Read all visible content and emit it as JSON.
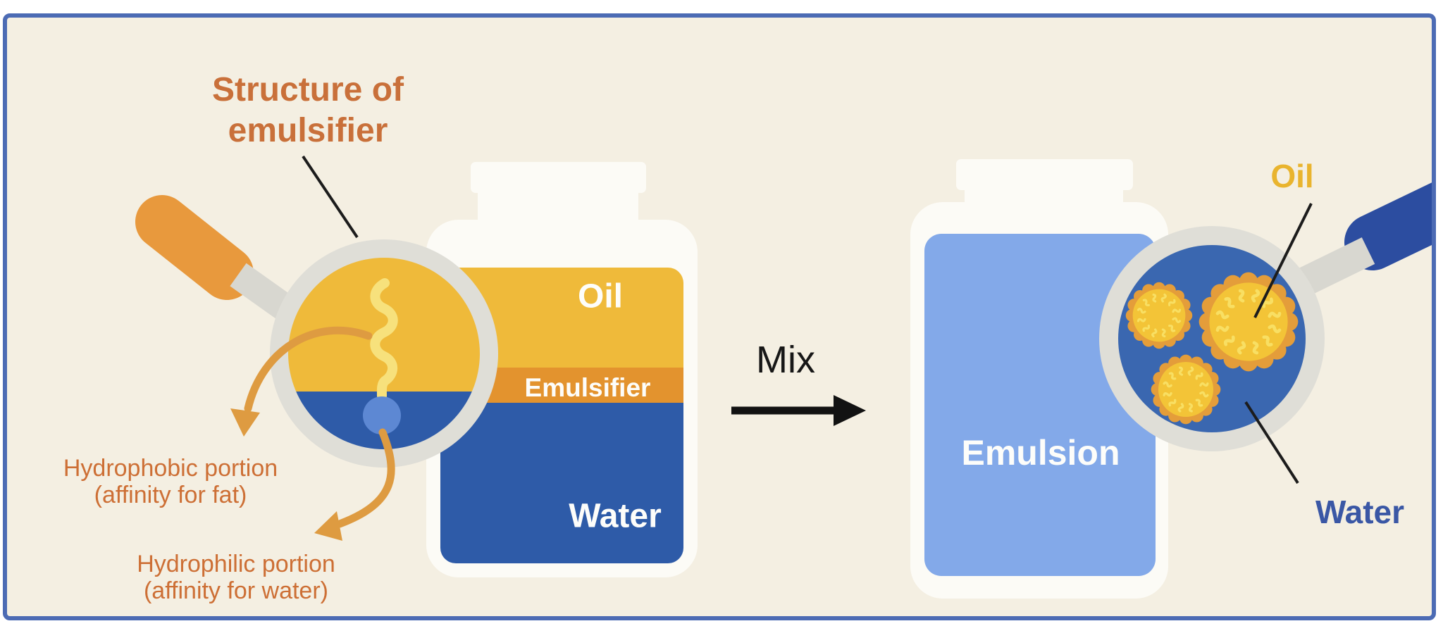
{
  "title": {
    "line1": "Structure of",
    "line2": "emulsifier"
  },
  "left_panel": {
    "jar": {
      "oil_label": "Oil",
      "emulsifier_label": "Emulsifier",
      "water_label": "Water"
    },
    "labels": {
      "hydrophobic_line1": "Hydrophobic portion",
      "hydrophobic_line2": "(affinity for fat)",
      "hydrophilic_line1": "Hydrophilic portion",
      "hydrophilic_line2": "(affinity for water)"
    }
  },
  "mix": {
    "label": "Mix"
  },
  "right_panel": {
    "jar": {
      "label": "Emulsion"
    },
    "labels": {
      "oil": "Oil",
      "water": "Water"
    }
  },
  "icons": [
    "magnifier-left-icon",
    "magnifier-right-icon",
    "oil-droplet-icon",
    "hydrophobic-tail-icon",
    "hydrophilic-head-icon",
    "mix-arrow-icon"
  ],
  "colors": {
    "background": "#f4efe2",
    "frame_border": "#4c6bb4",
    "oil_yellow": "#efba3a",
    "emulsifier_orange": "#e3932e",
    "water_blue": "#2e5ba8",
    "emulsion_light_blue": "#83a9e9",
    "jar_white": "#fcfbf6",
    "title_orange": "#c9703a",
    "label_orange": "#cd6f35",
    "arrow_orange": "#de9b41",
    "left_handle_orange": "#e8993d",
    "right_handle_blue": "#2c4da0",
    "rim_grey": "#dfded7",
    "head_light_blue": "#5d88d3",
    "tail_light_yellow": "#f7e17c",
    "droplet_core": "#f3c437",
    "droplet_bumps": "#e49d3a",
    "oil_label_yellow": "#e9b42e",
    "water_label_blue": "#3a57a5"
  }
}
